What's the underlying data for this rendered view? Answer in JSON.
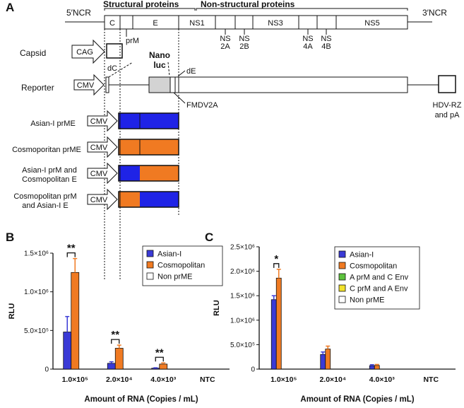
{
  "panel_a": {
    "label": "A",
    "ncr5": "5′NCR",
    "ncr3": "3′NCR",
    "structural": "Structural proteins",
    "nonstructural": "Non-structural proteins",
    "segments": {
      "c": "C",
      "prm": "prM",
      "e": "E",
      "ns1": "NS1",
      "ns2a": "NS\n2A",
      "ns2b": "NS\n2B",
      "ns3": "NS3",
      "ns4a": "NS\n4A",
      "ns4b": "NS\n4B",
      "ns5": "NS5"
    },
    "capsid_label": "Capsid",
    "cag": "CAG",
    "reporter_label": "Reporter",
    "cmv": "CMV",
    "dc": "dC",
    "nanoluc_1": "Nano",
    "nanoluc_2": "luc",
    "de": "dE",
    "fmdv": "FMDV2A",
    "hdv_1": "HDV-RZ",
    "hdv_2": "and pA",
    "constructs": [
      {
        "label_lines": [
          "Asian-I prME"
        ]
      },
      {
        "label_lines": [
          "Cosmoporitan prME"
        ]
      },
      {
        "label_lines": [
          "Asian-I prM and",
          "Cosmopolitan E"
        ]
      },
      {
        "label_lines": [
          "Cosmopolitan prM",
          "and Asian-I E"
        ]
      }
    ],
    "colors": {
      "asian": "#1f23e6",
      "cosmo": "#f07a22"
    }
  },
  "chart_data": [
    {
      "panel": "B",
      "type": "bar",
      "ylabel": "RLU",
      "xlabel": "Amount of RNA (Copies / mL)",
      "categories": [
        "1.0×10⁵",
        "2.0×10⁴",
        "4.0×10³",
        "NTC"
      ],
      "ylim": [
        0,
        1500000
      ],
      "yticks": [
        "0",
        "5.0×10⁵",
        "1.0×10⁶",
        "1.5×10⁶"
      ],
      "series": [
        {
          "name": "Asian-I",
          "color": "#3a3ad6",
          "values": [
            480000,
            75000,
            12000,
            0
          ],
          "errors": [
            200000,
            20000,
            5000,
            0
          ]
        },
        {
          "name": "Cosmopolitan",
          "color": "#f07a22",
          "values": [
            1250000,
            270000,
            65000,
            0
          ],
          "errors": [
            180000,
            40000,
            15000,
            0
          ]
        },
        {
          "name": "Non prME",
          "color": "#ffffff",
          "values": [
            0,
            0,
            0,
            0
          ],
          "errors": [
            0,
            0,
            0,
            0
          ]
        }
      ],
      "significance": [
        {
          "category": 0,
          "text": "**"
        },
        {
          "category": 1,
          "text": "**"
        },
        {
          "category": 2,
          "text": "**"
        }
      ]
    },
    {
      "panel": "C",
      "type": "bar",
      "ylabel": "RLU",
      "xlabel": "Amount of RNA (Copies / mL)",
      "categories": [
        "1.0×10⁵",
        "2.0×10⁴",
        "4.0×10³",
        "NTC"
      ],
      "ylim": [
        0,
        2500000
      ],
      "yticks": [
        "0",
        "5.0×10⁵",
        "1.0×10⁶",
        "1.5×10⁶",
        "2.0×10⁶",
        "2.5×10⁶"
      ],
      "series": [
        {
          "name": "Asian-I",
          "color": "#3a3ad6",
          "values": [
            1420000,
            300000,
            70000,
            0
          ],
          "errors": [
            80000,
            50000,
            20000,
            0
          ]
        },
        {
          "name": "Cosmopolitan",
          "color": "#f07a22",
          "values": [
            1860000,
            410000,
            75000,
            0
          ],
          "errors": [
            180000,
            60000,
            20000,
            0
          ]
        },
        {
          "name": "A prM and C Env",
          "color": "#5cc23c",
          "values": [
            0,
            0,
            0,
            0
          ],
          "errors": [
            0,
            0,
            0,
            0
          ]
        },
        {
          "name": "C prM and A Env",
          "color": "#f2e22b",
          "values": [
            0,
            0,
            0,
            0
          ],
          "errors": [
            0,
            0,
            0,
            0
          ]
        },
        {
          "name": "Non prME",
          "color": "#ffffff",
          "values": [
            0,
            0,
            0,
            0
          ],
          "errors": [
            0,
            0,
            0,
            0
          ]
        }
      ],
      "significance": [
        {
          "category": 0,
          "text": "*"
        }
      ]
    }
  ]
}
